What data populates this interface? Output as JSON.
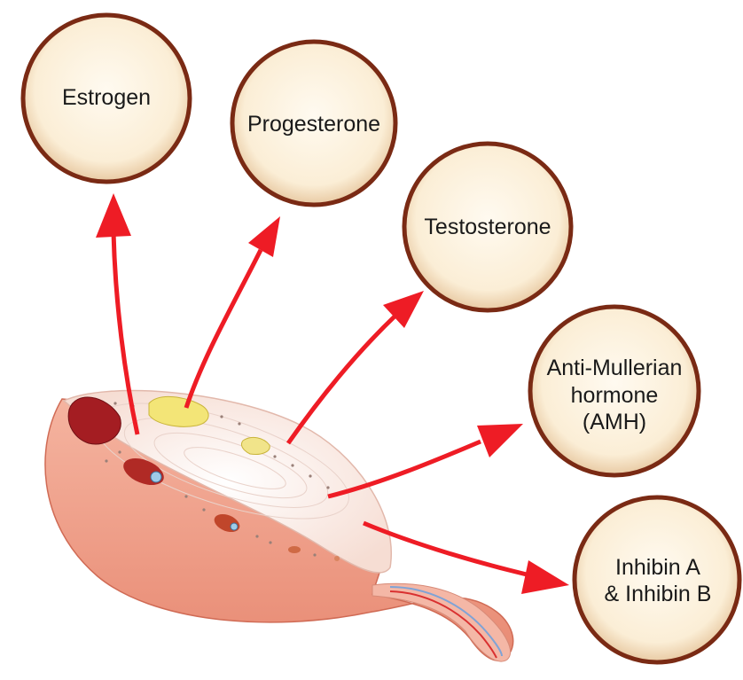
{
  "diagram": {
    "hormones": [
      {
        "id": "estrogen",
        "label": "Estrogen"
      },
      {
        "id": "progesterone",
        "label": "Progesterone"
      },
      {
        "id": "testosterone",
        "label": "Testosterone"
      },
      {
        "id": "amh",
        "label": "Anti-Mullerian\nhormone\n(AMH)"
      },
      {
        "id": "inhibin",
        "label": "Inhibin A\n& Inhibin B"
      }
    ],
    "colors": {
      "arrow": "#ee1c25",
      "circle_fill": "#fdf1dc",
      "circle_rim": "#7a2a14",
      "ovary_outer": "#f2a48f",
      "ovary_cut": "#fbece6",
      "follicle": "#a41d22",
      "corpus": "#f3e577"
    }
  }
}
